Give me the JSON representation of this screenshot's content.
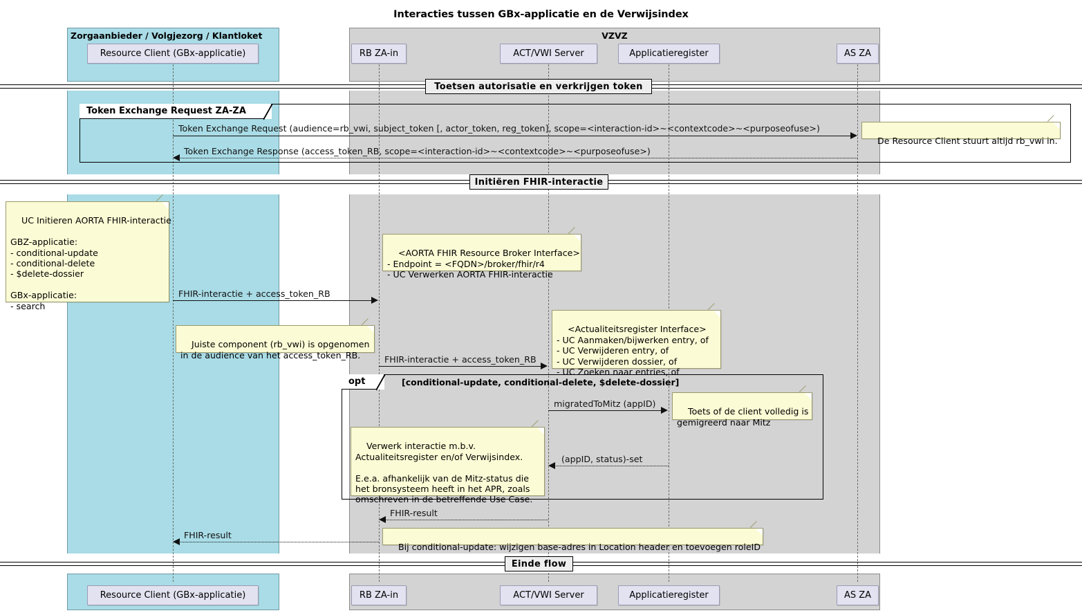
{
  "title": "Interacties tussen GBx-applicatie en de Verwijsindex",
  "groups": [
    {
      "name": "client-group",
      "label": "Zorgaanbieder / Volgjezorg / Klantloket",
      "color": "#A9DCE6"
    },
    {
      "name": "vzvz-group",
      "label": "VZVZ",
      "color": "#D3D3D3"
    }
  ],
  "participants": [
    {
      "id": "resource-client",
      "label": "Resource Client (GBx-applicatie)"
    },
    {
      "id": "rb-za-in",
      "label": "RB ZA-in"
    },
    {
      "id": "act-vwi-server",
      "label": "ACT/VWI Server"
    },
    {
      "id": "applicatieregister",
      "label": "Applicatieregister"
    },
    {
      "id": "as-za",
      "label": "AS ZA"
    }
  ],
  "dividers": [
    {
      "id": "divider-toetsen",
      "label": "Toetsen autorisatie en verkrijgen token"
    },
    {
      "id": "divider-initieren",
      "label": "Initiëren FHIR-interactie"
    },
    {
      "id": "divider-einde",
      "label": "Einde flow"
    }
  ],
  "frames": [
    {
      "id": "frame-token-exchange",
      "type": "group",
      "label": "Token Exchange Request ZA-ZA",
      "condition": ""
    },
    {
      "id": "frame-opt",
      "type": "opt",
      "label": "opt",
      "condition": "[conditional-update, conditional-delete, $delete-dossier]"
    }
  ],
  "messages": [
    {
      "id": "msg-token-exchange-request",
      "label": "Token Exchange Request (audience=rb_vwi, subject_token [, actor_token, reg_token], scope=<interaction-id>~<contextcode>~<purposeofuse>)",
      "style": "solid",
      "direction": "right"
    },
    {
      "id": "msg-token-exchange-response",
      "label": "Token Exchange Response (access_token_RB, scope=<interaction-id>~<contextcode>~<purposeofuse>)",
      "style": "dotted",
      "direction": "left"
    },
    {
      "id": "msg-fhir-interactie-1",
      "label": "FHIR-interactie + access_token_RB",
      "style": "solid",
      "direction": "right"
    },
    {
      "id": "msg-fhir-interactie-2",
      "label": "FHIR-interactie + access_token_RB",
      "style": "solid",
      "direction": "right"
    },
    {
      "id": "msg-migrated-to-mitz",
      "label": "migratedToMitz (appID)",
      "style": "solid",
      "direction": "right"
    },
    {
      "id": "msg-appid-status-set",
      "label": "(appID, status)-set",
      "style": "dotted",
      "direction": "left"
    },
    {
      "id": "msg-fhir-result-1",
      "label": "FHIR-result",
      "style": "dotted",
      "direction": "left"
    },
    {
      "id": "msg-fhir-result-2",
      "label": "FHIR-result",
      "style": "dotted",
      "direction": "left"
    }
  ],
  "notes": [
    {
      "id": "note-rb-vwi-altijd",
      "text": "De Resource Client stuurt altijd rb_vwi in."
    },
    {
      "id": "note-uc-initieren",
      "text": "UC Initieren AORTA FHIR-interactie\n\nGBZ-applicatie:\n- conditional-update\n- conditional-delete\n- $delete-dossier\n\nGBx-applicatie:\n- search"
    },
    {
      "id": "note-broker-interface",
      "text": "<AORTA FHIR Resource Broker Interface>\n- Endpoint = <FQDN>/broker/fhir/r4\n- UC Verwerken AORTA FHIR-interactie"
    },
    {
      "id": "note-actualiteitsregister",
      "text": "<Actualiteitsregister Interface>\n- UC Aanmaken/bijwerken entry, of\n- UC Verwijderen entry, of\n- UC Verwijderen dossier, of\n- UC Zoeken naar entries, of"
    },
    {
      "id": "note-juiste-component",
      "text": "Juiste component (rb_vwi) is opgenomen\nin de audience van het access_token_RB."
    },
    {
      "id": "note-toets-mitz",
      "text": "Toets of de client volledig is\ngemigreerd naar Mitz"
    },
    {
      "id": "note-verwerk-interactie",
      "text": "Verwerk interactie m.b.v.\nActualiteitsregister en/of Verwijsindex.\n\nE.e.a. afhankelijk van de Mitz-status die\nhet bronsysteem heeft in het APR, zoals\nomschreven in de betreffende Use Case."
    },
    {
      "id": "note-conditional-update-location",
      "text": "Bij conditional-update: wijzigen base-adres in Location header en toevoegen roleID"
    }
  ],
  "colors": {
    "client_box": "#A9DCE6",
    "vzvz_box": "#D3D3D3",
    "participant_box": "#E2E2F0",
    "note_bg": "#FBFBD5",
    "divider_bg": "#EEEEEE"
  }
}
